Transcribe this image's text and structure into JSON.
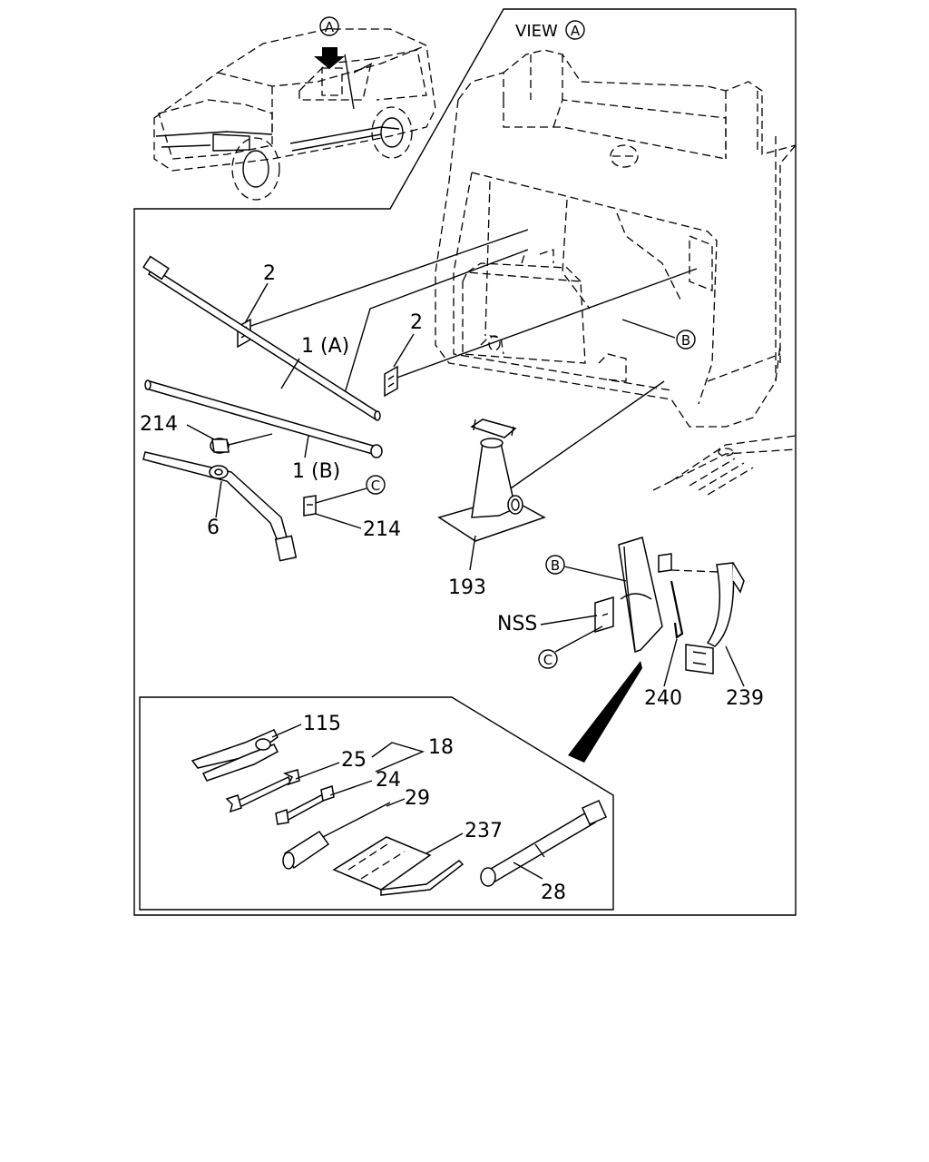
{
  "view_title": "VIEW",
  "view_ref": "A",
  "car_ref": "A",
  "refs": {
    "b1": "B",
    "b2": "B",
    "c1": "C",
    "c2": "C"
  },
  "labels": {
    "p2a": "2",
    "p2b": "2",
    "p1a": "1 (A)",
    "p1b": "1 (B)",
    "p214a": "214",
    "p214b": "214",
    "p6": "6",
    "p193": "193",
    "nss": "NSS",
    "p240": "240",
    "p239": "239",
    "p115": "115",
    "p25": "25",
    "p18": "18",
    "p24": "24",
    "p29": "29",
    "p237": "237",
    "p28": "28"
  }
}
